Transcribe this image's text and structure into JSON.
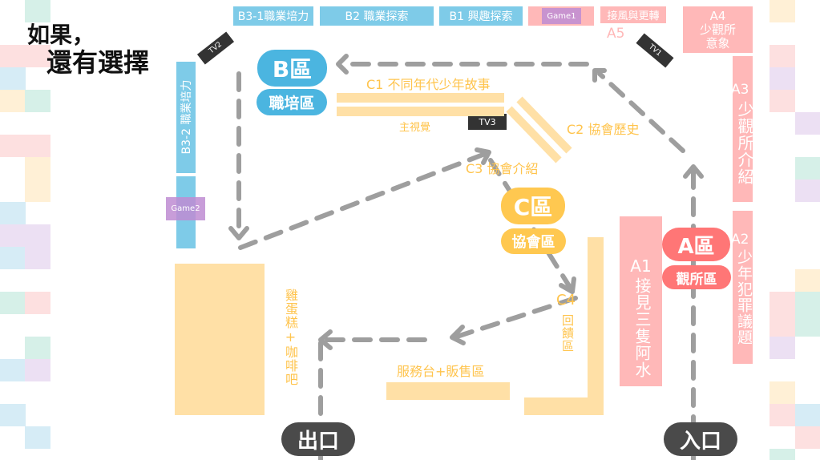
{
  "logo": {
    "line1": "如果，",
    "line2": "還有選擇"
  },
  "top_labels": {
    "b3_1": "B3-1職業培力",
    "b2": "B2 職業探索",
    "b1": "B1 興趣探索",
    "game1": "Game1",
    "a5_title": "接風與更轉",
    "a5": "A5",
    "a4": "A4\n少觀所\n意象"
  },
  "left_labels": {
    "b3_2": "B3-2 職業培力",
    "game2": "Game2"
  },
  "tvs": {
    "tv1": "TV1",
    "tv2": "TV2",
    "tv3": "TV3"
  },
  "zones": {
    "b": {
      "badge": "B區",
      "name": "職培區"
    },
    "c": {
      "badge": "C區",
      "name": "協會區"
    },
    "a": {
      "badge": "A區",
      "name": "觀所區"
    }
  },
  "exhibits": {
    "c1": "C1 不同年代少年故事",
    "main_visual": "主視覺",
    "c2": "C2 協會歷史",
    "c3": "C3 協會介紹",
    "c4": "C4",
    "c4_name": "回饋區",
    "cafe": "雞蛋糕+咖啡吧",
    "service": "服務台+販售區",
    "a1": "A1",
    "a1_name": "接見三隻阿水",
    "a2": "A2",
    "a2_name": "少年犯罪議題",
    "a3": "A3",
    "a3_name": "少觀所介紹"
  },
  "doors": {
    "exit": "出口",
    "entrance": "入口"
  },
  "colors": {
    "blue": "#7ecbe8",
    "pink": "#ffb8b8",
    "yellow": "#ffe0a6",
    "yellow_text": "#ffc44d",
    "path": "#9e9e9e",
    "a_badge": "#ff7676",
    "b_badge": "#4bb5e0",
    "c_badge": "#ffc850",
    "door": "#4a4a4a"
  }
}
